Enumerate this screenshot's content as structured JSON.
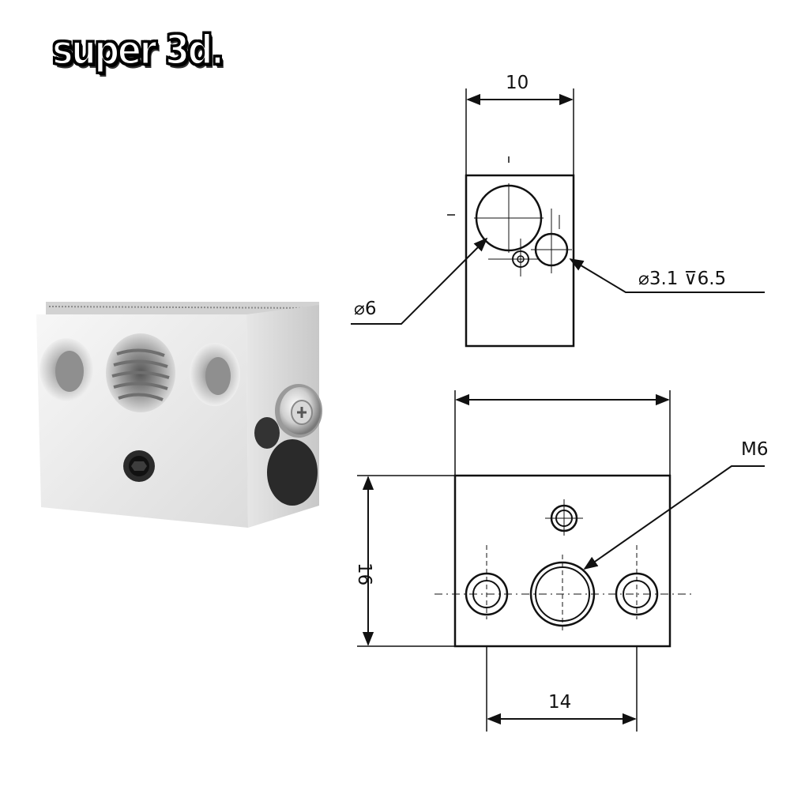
{
  "brand": {
    "logo_text": "super 3d."
  },
  "drawing": {
    "top_view": {
      "width_label": "10",
      "large_hole_label": "⌀6",
      "small_hole_label": "⌀3.1 ⊽6.5"
    },
    "front_view": {
      "height_label": "16",
      "thread_label": "M6",
      "hole_spacing_label": "14"
    }
  },
  "colors": {
    "line": "#111111",
    "aluminum_light": "#f2f2f2",
    "aluminum_mid": "#d9d9d9",
    "aluminum_dark": "#a8a8a8"
  }
}
